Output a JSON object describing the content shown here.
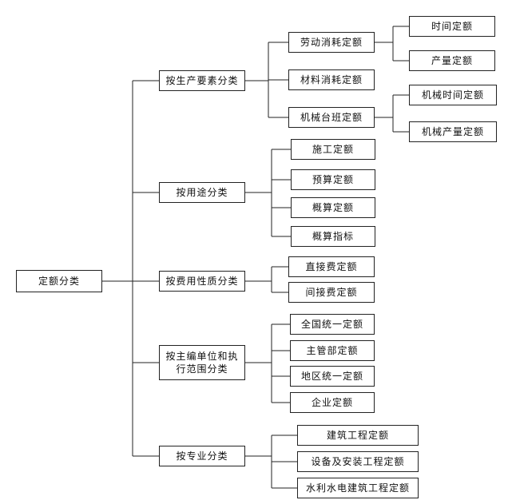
{
  "colors": {
    "line": "#222222",
    "text": "#111111",
    "background": "#ffffff"
  },
  "root": {
    "label": "定额分类"
  },
  "categories": [
    {
      "label": "按生产要素分类"
    },
    {
      "label": "按用途分类"
    },
    {
      "label": "按费用性质分类"
    },
    {
      "label": "按主编单位和执\n行范围分类"
    },
    {
      "label": "按专业分类"
    }
  ],
  "subcategories": [
    {
      "label": "劳动消耗定额"
    },
    {
      "label": "材料消耗定额"
    },
    {
      "label": "机械台班定额"
    },
    {
      "label": "施工定额"
    },
    {
      "label": "预算定额"
    },
    {
      "label": "概算定额"
    },
    {
      "label": "概算指标"
    },
    {
      "label": "直接费定额"
    },
    {
      "label": "间接费定额"
    },
    {
      "label": "全国统一定额"
    },
    {
      "label": "主管部定额"
    },
    {
      "label": "地区统一定额"
    },
    {
      "label": "企业定额"
    },
    {
      "label": "建筑工程定额"
    },
    {
      "label": "设备及安装工程定额"
    },
    {
      "label": "水利水电建筑工程定额"
    }
  ],
  "details": [
    {
      "label": "时间定额"
    },
    {
      "label": "产量定额"
    },
    {
      "label": "机械时间定额"
    },
    {
      "label": "机械产量定额"
    }
  ]
}
